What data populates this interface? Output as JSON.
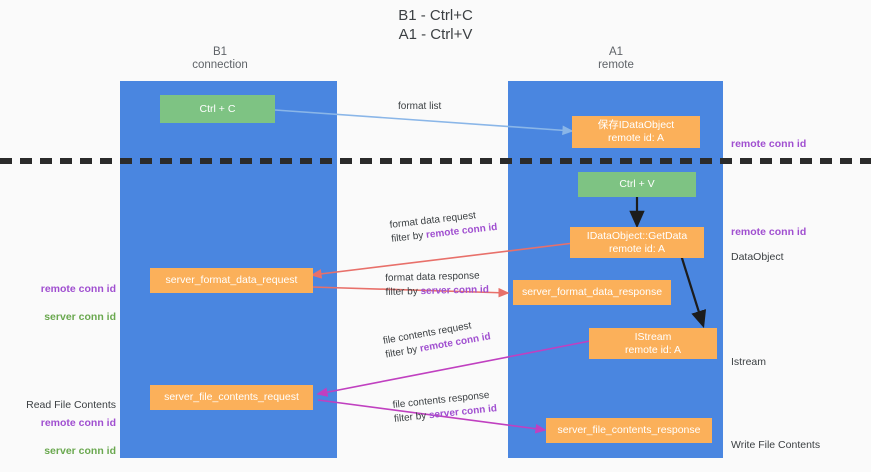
{
  "diagram": {
    "title": "B1 - Ctrl+C\nA1 - Ctrl+V",
    "lanes": [
      {
        "id": "b1",
        "title": "B1\nconnection"
      },
      {
        "id": "a1",
        "title": "A1\nremote"
      }
    ],
    "nodes": [
      {
        "id": "ctrl-c",
        "label": "Ctrl + C",
        "color": "#7ec383"
      },
      {
        "id": "save-idataobject",
        "label": "保存IDataObject\nremote id: A",
        "color": "#fbb05a"
      },
      {
        "id": "ctrl-v",
        "label": "Ctrl + V",
        "color": "#7ec383"
      },
      {
        "id": "getdata",
        "label": "IDataObject::GetData\nremote id: A",
        "color": "#fbb05a"
      },
      {
        "id": "server-format-data-request",
        "label": "server_format_data_request",
        "color": "#fbb05a"
      },
      {
        "id": "server-format-data-response",
        "label": "server_format_data_response",
        "color": "#fbb05a"
      },
      {
        "id": "istream",
        "label": "IStream\nremote id: A",
        "color": "#fbb05a"
      },
      {
        "id": "server-file-contents-request",
        "label": "server_file_contents_request",
        "color": "#fbb05a"
      },
      {
        "id": "server-file-contents-response",
        "label": "server_file_contents_response",
        "color": "#fbb05a"
      }
    ],
    "edge_labels": [
      {
        "id": "format-list",
        "line1": "format list",
        "line2": "",
        "line2_kind": ""
      },
      {
        "id": "format-data-request",
        "line1": "format data request",
        "line2_pre": "filter by ",
        "line2_key": "remote conn id",
        "line2_kind": "purple"
      },
      {
        "id": "format-data-response",
        "line1": "format data response",
        "line2_pre": "filter by ",
        "line2_key": "server conn id",
        "line2_kind": "purple"
      },
      {
        "id": "file-contents-request",
        "line1": "file contents request",
        "line2_pre": "filter by ",
        "line2_key": "remote conn id",
        "line2_kind": "purple"
      },
      {
        "id": "file-contents-response",
        "line1": "file contents response",
        "line2_pre": "filter by ",
        "line2_key": "server conn id",
        "line2_kind": "purple"
      }
    ],
    "annotations": {
      "right_remote_conn_id_top": "remote conn id",
      "right_remote_conn_id_mid": "remote conn id",
      "right_dataobject": "DataObject",
      "right_istream": "Istream",
      "right_write_file_contents": "Write File Contents",
      "left_remote_conn_id": "remote conn id",
      "left_server_conn_id": "server conn id",
      "left_read_file_contents": "Read File Contents",
      "left_remote_conn_id_2": "remote conn id",
      "left_server_conn_id_2": "server conn id"
    },
    "colors": {
      "lane": "#4a86e0",
      "green_node": "#7ec383",
      "orange_node": "#fbb05a",
      "purple_text": "#a04fd0",
      "green_text": "#6aa84f",
      "arrow_blue": "#8ab6e8",
      "arrow_red": "#e8706a",
      "arrow_magenta": "#c040c0",
      "arrow_black": "#1c1c1c",
      "background": "#fafafa"
    }
  }
}
